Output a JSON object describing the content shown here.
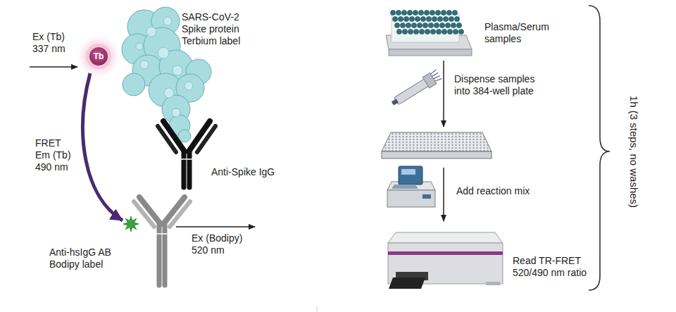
{
  "diagram": {
    "nodes": [
      {
        "text": [
          "Tb"
        ]
      }
    ],
    "labels": [
      "Ex (Tb) 337 nm",
      "SARS-CoV-2 Spike protein Terbium label",
      "FRET Em (Tb) 490 nm",
      "Anti-Spike IgG",
      "Anti-hsIgG AB Bodipy label",
      "Ex (Bodipy) 520 nm",
      "Plasma/Serum samples",
      "Dispense samples into 384-well plate",
      "Add reaction mix",
      "Read TR-FRET 520/490 nm ratio",
      "1h (3 steps, no washes)"
    ]
  }
}
